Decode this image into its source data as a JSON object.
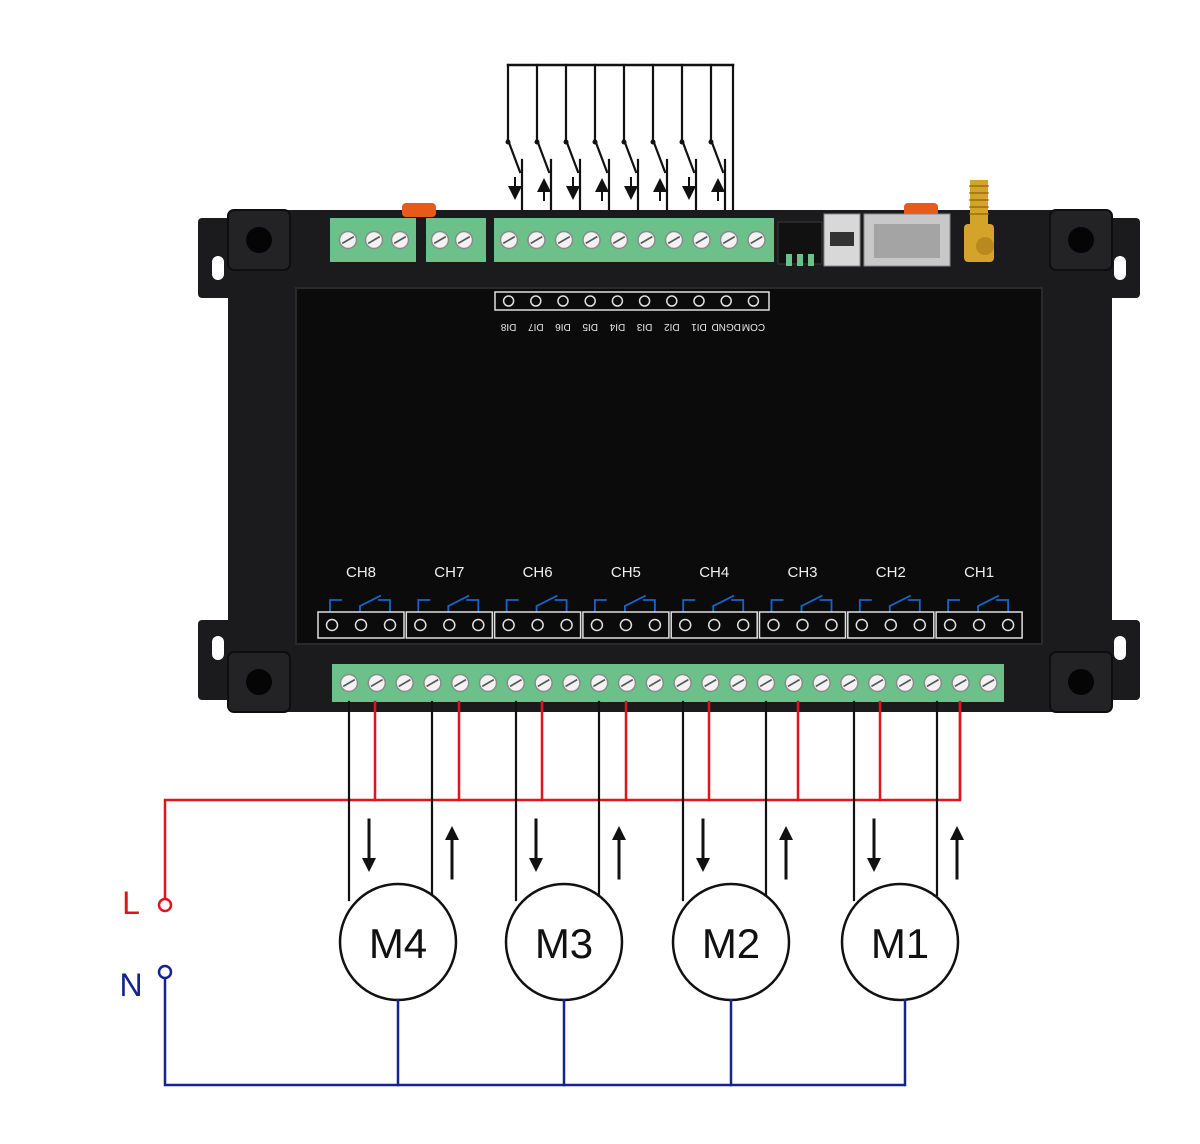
{
  "device": {
    "name": "8-channel relay module",
    "di_labels": [
      "COM",
      "DGND",
      "DI1",
      "DI2",
      "DI3",
      "DI4",
      "DI5",
      "DI6",
      "DI7",
      "DI8"
    ],
    "channels": [
      "CH8",
      "CH7",
      "CH6",
      "CH5",
      "CH4",
      "CH3",
      "CH2",
      "CH1"
    ],
    "colors": {
      "housing": "#1b1b1d",
      "panel": "#0b0b0c",
      "terminal_green": "#6cc08a",
      "relay_symbol": "#1a64c8",
      "antenna_gold": "#d4a32a",
      "orange_button": "#e85a1a"
    }
  },
  "inputs": {
    "switch_count": 8,
    "switch_arrows": [
      "down",
      "up",
      "down",
      "up",
      "down",
      "up",
      "down",
      "up"
    ]
  },
  "motors": [
    {
      "label": "M4"
    },
    {
      "label": "M3"
    },
    {
      "label": "M2"
    },
    {
      "label": "M1"
    }
  ],
  "power": {
    "live_label": "L",
    "neutral_label": "N",
    "live_color": "#e0141e",
    "neutral_color": "#16238e",
    "wire_color": "#111111"
  }
}
